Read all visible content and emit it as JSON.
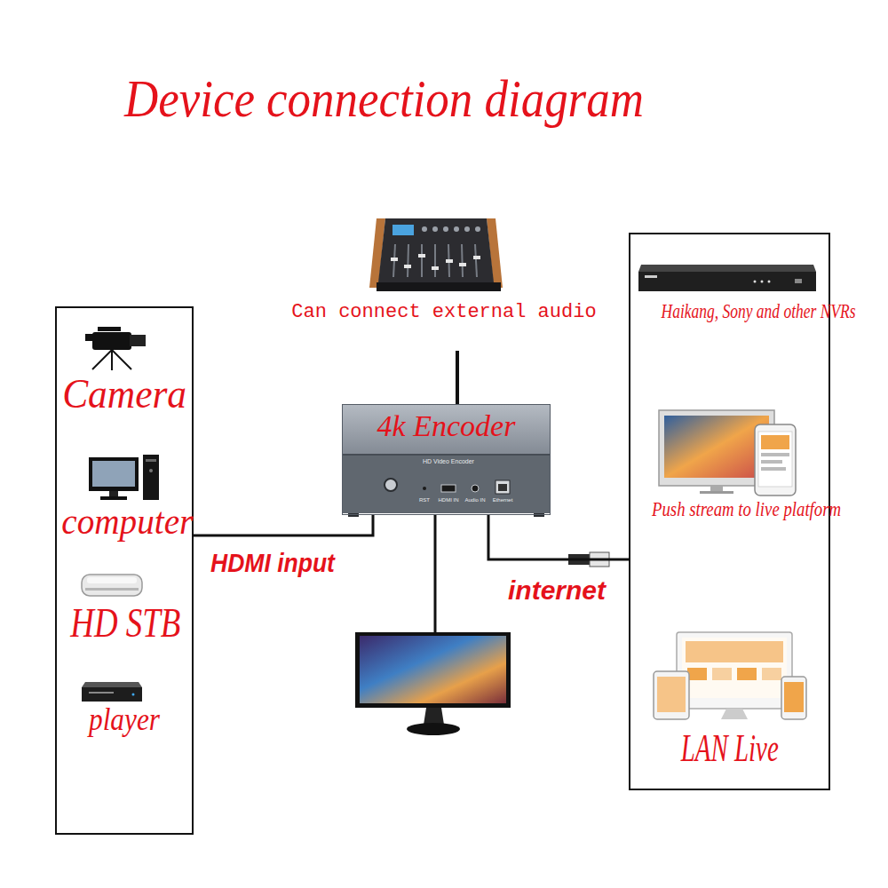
{
  "diagram": {
    "title": "Device connection diagram",
    "nodes": [
      {
        "text": [
          "Camera",
          "computer",
          "HD STB",
          "player"
        ]
      },
      {
        "text": [
          "4k Encoder"
        ]
      },
      {
        "text": [
          "Haikang, Sony and other NVRs",
          "Push stream to live platform",
          "LAN Live"
        ]
      }
    ],
    "edges": [
      {
        "from": 0,
        "to": 1,
        "label": "HDMI input",
        "arrow": "none"
      },
      {
        "from": 1,
        "to": 2,
        "label": "internet",
        "arrow": "none"
      }
    ],
    "labels": [
      "Can connect external audio",
      "HD Video Encoder",
      "RST",
      "HDMI IN",
      "Audio IN",
      "Ethernet"
    ]
  }
}
